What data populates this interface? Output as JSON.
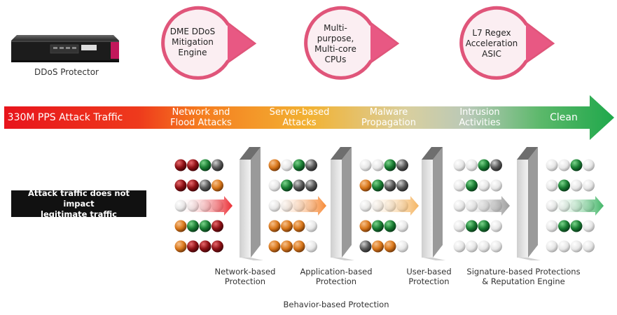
{
  "device": {
    "caption": "DDoS Protector"
  },
  "bubbles": [
    {
      "text": "DME DDoS\nMitigation\nEngine"
    },
    {
      "text": "Multi-\npurpose,\nMulti-core\nCPUs"
    },
    {
      "text": "L7 Regex\nAcceleration\nASIC"
    }
  ],
  "flow": {
    "stages": [
      {
        "label": "330M PPS Attack Traffic"
      },
      {
        "label": "Network and\nFlood Attacks"
      },
      {
        "label": "Server-based\nAttacks"
      },
      {
        "label": "Malware\nPropagation"
      },
      {
        "label": "Intrusion\nActivities"
      },
      {
        "label": "Clean"
      }
    ]
  },
  "note": "Attack traffic does not impact\nlegitimate traffic",
  "protections": [
    {
      "label": "Network-based\nProtection"
    },
    {
      "label": "Application-based\nProtection"
    },
    {
      "label": "User-based\nProtection"
    },
    {
      "label": "Signature-based Protections\n& Reputation Engine"
    }
  ],
  "footer": "Behavior-based Protection",
  "colors": {
    "bubble_border": "#e0557a",
    "bubble_fill": "#fbeef2",
    "arrow_start": "#e8141c",
    "arrow_mid1": "#f57c1f",
    "arrow_mid2": "#f2b233",
    "arrow_mid3": "#c9c7b5",
    "arrow_end": "#1fa84b",
    "red_ball": "#8e1115",
    "green_ball": "#1a7d33",
    "gray_ball": "#5b5b5b",
    "orange_ball": "#d9781c"
  }
}
